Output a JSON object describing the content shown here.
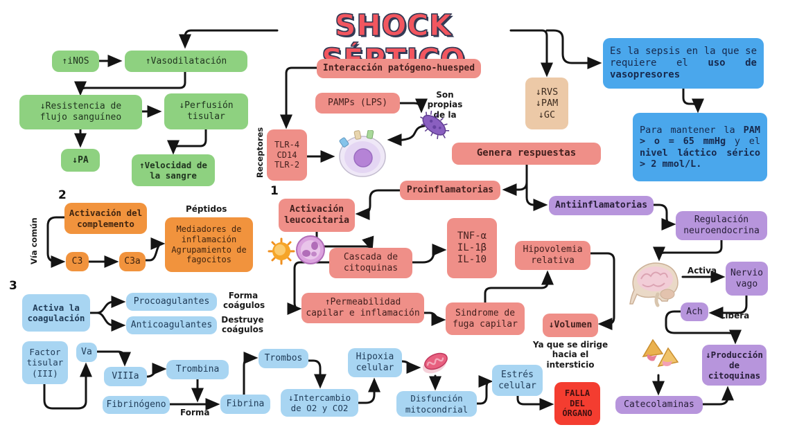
{
  "title": "SHOCK SÉPTICO",
  "colors": {
    "green": "#8ed180",
    "salmon": "#ef8f88",
    "orange": "#f1933d",
    "light_blue": "#a8d5f2",
    "bright_blue": "#4aa7ec",
    "tan": "#ecc9a7",
    "purple": "#b795dc",
    "alert_red": "#f43d30"
  },
  "definition": {
    "normal": "Es la sepsis en la que se requiere el ",
    "bold": "uso de vasopresores"
  },
  "goal": {
    "s1": "Para mantener la ",
    "s2": "PAM > o = 65 mmHg",
    "s3": " y el ",
    "s4": "nivel láctico sérico > 2 mmol/L."
  },
  "hemodynamics": {
    "text": "↓RVS\n↓PAM\n↓GC"
  },
  "vasodilation": {
    "inos": "↑iNOS",
    "vasodilatacion": "↑Vasodilatación",
    "resistencia": "↓Resistencia de\nflujo sanguíneo",
    "perfusion": "↓Perfusión\ntisular",
    "pa": "↓PA",
    "velocidad": "↑Velocidad de\nla sangre"
  },
  "pathogen": {
    "interaccion": "Interacción patógeno-huesped",
    "pamps": "PAMPs (LPS)",
    "son_propias": "Son propias\nde la",
    "receptores_label": "Receptores",
    "tlr": "TLR-4\nCD14\nTLR-2",
    "genera": "Genera respuestas",
    "pro": "Proinflamatorias",
    "anti": "Antiinflamatorias"
  },
  "section1": {
    "num": "1",
    "activacion": "Activación\nleucocitaria",
    "cascada": "Cascada de\ncitoquinas",
    "citoquinas": "TNF-α\nIL-1β\nIL-10",
    "permeabilidad": "↑Permeabilidad\ncapilar e inflamación",
    "fuga": "Sindrome de\nfuga capilar",
    "hipovolemia": "Hipovolemia\nrelativa",
    "volumen": "↓Volumen",
    "nota": "Ya que se dirige\nhacia el intersticio"
  },
  "section2": {
    "num": "2",
    "via_comun": "Vía común",
    "complemento": "Activación del\ncomplemento",
    "c3": "C3",
    "c3a": "C3a",
    "peptidos": "Péptidos",
    "mediadores": "Mediadores de\ninflamación\nAgrupamiento de\nfagocitos"
  },
  "section3": {
    "num": "3",
    "activa": "Activa la\ncoagulación",
    "pro": "Procoagulantes",
    "anti": "Anticoagulantes",
    "forma": "Forma\ncoágulos",
    "destruye": "Destruye\ncoágulos"
  },
  "coagulation": {
    "factor": "Factor\ntisular\n(III)",
    "va": "Va",
    "viiia": "VIIIa",
    "trombina": "Trombina",
    "fibrinogeno": "Fibrinógeno",
    "forma": "Forma",
    "fibrina": "Fibrina",
    "trombos": "Trombos",
    "intercambio": "↓Intercambio\nde O2 y CO2",
    "hipoxia": "Hipoxia\ncelular",
    "disfuncion": "Disfunción\nmitocondrial",
    "estres": "Estrés\ncelular",
    "falla": "FALLA\nDEL\nÓRGANO"
  },
  "neuro": {
    "regulacion": "Regulación\nneuroendocrina",
    "activa": "Activa",
    "nervio": "Nervio\nvago",
    "ach": "Ach",
    "libera": "Libera",
    "produccion": "↓Producción\nde\ncitoquinas",
    "catecolaminas": "Catecolaminas"
  }
}
